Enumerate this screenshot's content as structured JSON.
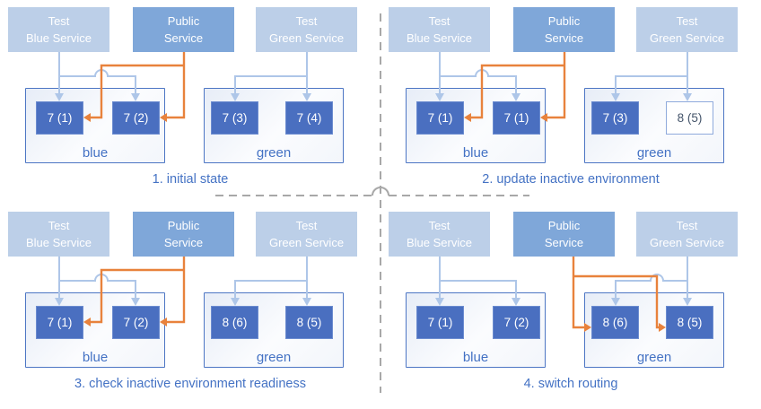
{
  "colors": {
    "service_light_fill": "#BCCFE8",
    "service_primary_fill": "#7FA7D9",
    "pod_fill": "#4A6FC0",
    "pod_outlined_border": "#8FAADC",
    "pod_outlined_text": "#44546A",
    "environment_border": "#4D76C4",
    "connector_light_blue": "#AEC6E8",
    "route_orange": "#E8823C",
    "caption_text": "#4472C4",
    "divider_gray": "#A8A8A8"
  },
  "panels": [
    {
      "caption": "1. initial state",
      "services": [
        {
          "label": "Test\nBlue Service"
        },
        {
          "label": "Public\nService"
        },
        {
          "label": "Test\nGreen Service"
        }
      ],
      "environments": [
        {
          "name": "blue",
          "pods": [
            {
              "label": "7 (1)",
              "variant": "filled"
            },
            {
              "label": "7 (2)",
              "variant": "filled"
            }
          ]
        },
        {
          "name": "green",
          "pods": [
            {
              "label": "7 (3)",
              "variant": "filled"
            },
            {
              "label": "7 (4)",
              "variant": "filled"
            }
          ]
        }
      ]
    },
    {
      "caption": "2. update inactive environment",
      "services": [
        {
          "label": "Test\nBlue Service"
        },
        {
          "label": "Public\nService"
        },
        {
          "label": "Test\nGreen Service"
        }
      ],
      "environments": [
        {
          "name": "blue",
          "pods": [
            {
              "label": "7 (1)",
              "variant": "filled"
            },
            {
              "label": "7 (1)",
              "variant": "filled"
            }
          ]
        },
        {
          "name": "green",
          "pods": [
            {
              "label": "7 (3)",
              "variant": "filled"
            },
            {
              "label": "8 (5)",
              "variant": "outlined"
            }
          ]
        }
      ]
    },
    {
      "caption": "3. check inactive environment readiness",
      "services": [
        {
          "label": "Test\nBlue Service"
        },
        {
          "label": "Public\nService"
        },
        {
          "label": "Test\nGreen Service"
        }
      ],
      "environments": [
        {
          "name": "blue",
          "pods": [
            {
              "label": "7 (1)",
              "variant": "filled"
            },
            {
              "label": "7 (2)",
              "variant": "filled"
            }
          ]
        },
        {
          "name": "green",
          "pods": [
            {
              "label": "8 (6)",
              "variant": "filled"
            },
            {
              "label": "8 (5)",
              "variant": "filled"
            }
          ]
        }
      ]
    },
    {
      "caption": "4. switch routing",
      "services": [
        {
          "label": "Test\nBlue Service"
        },
        {
          "label": "Public\nService"
        },
        {
          "label": "Test\nGreen Service"
        }
      ],
      "environments": [
        {
          "name": "blue",
          "pods": [
            {
              "label": "7 (1)",
              "variant": "filled"
            },
            {
              "label": "7 (2)",
              "variant": "filled"
            }
          ]
        },
        {
          "name": "green",
          "pods": [
            {
              "label": "8 (6)",
              "variant": "filled"
            },
            {
              "label": "8 (5)",
              "variant": "filled"
            }
          ]
        }
      ]
    }
  ]
}
